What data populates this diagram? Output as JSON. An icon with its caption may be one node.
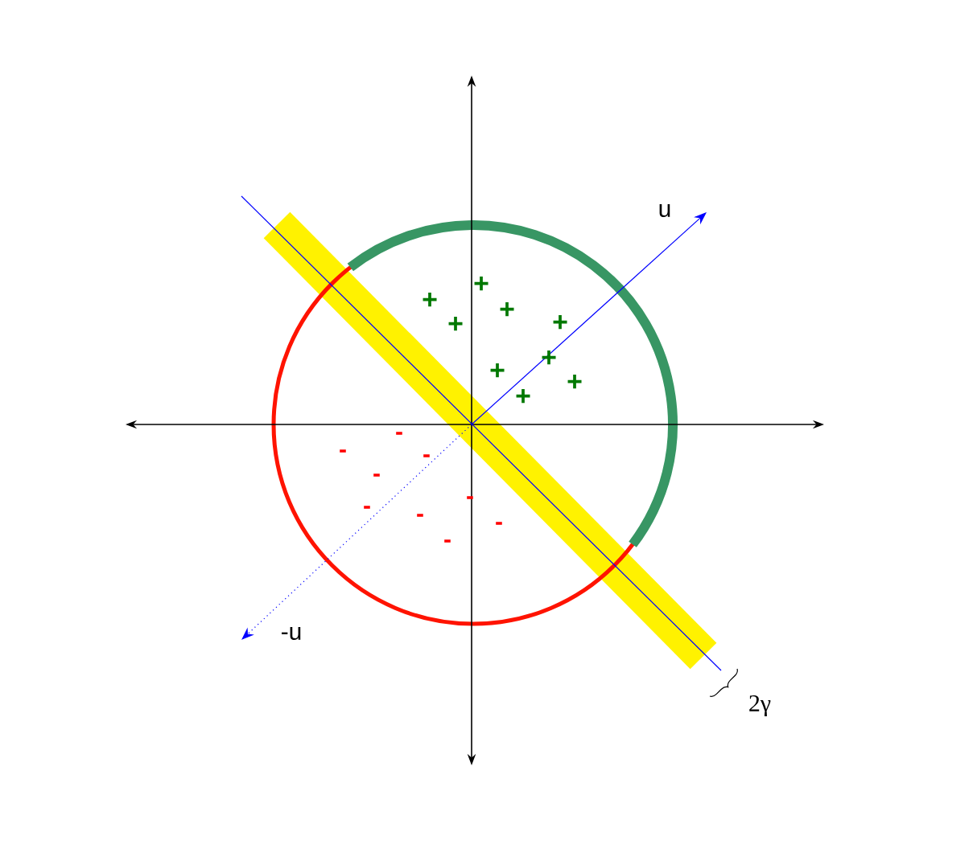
{
  "diagram": {
    "labels": [
      "u",
      "-u",
      "2γ",
      "+",
      "+",
      "+",
      "+",
      "+",
      "+",
      "+",
      "+",
      "+",
      "-",
      "-",
      "-",
      "-",
      "-",
      "-",
      "-",
      "-",
      "-"
    ]
  }
}
